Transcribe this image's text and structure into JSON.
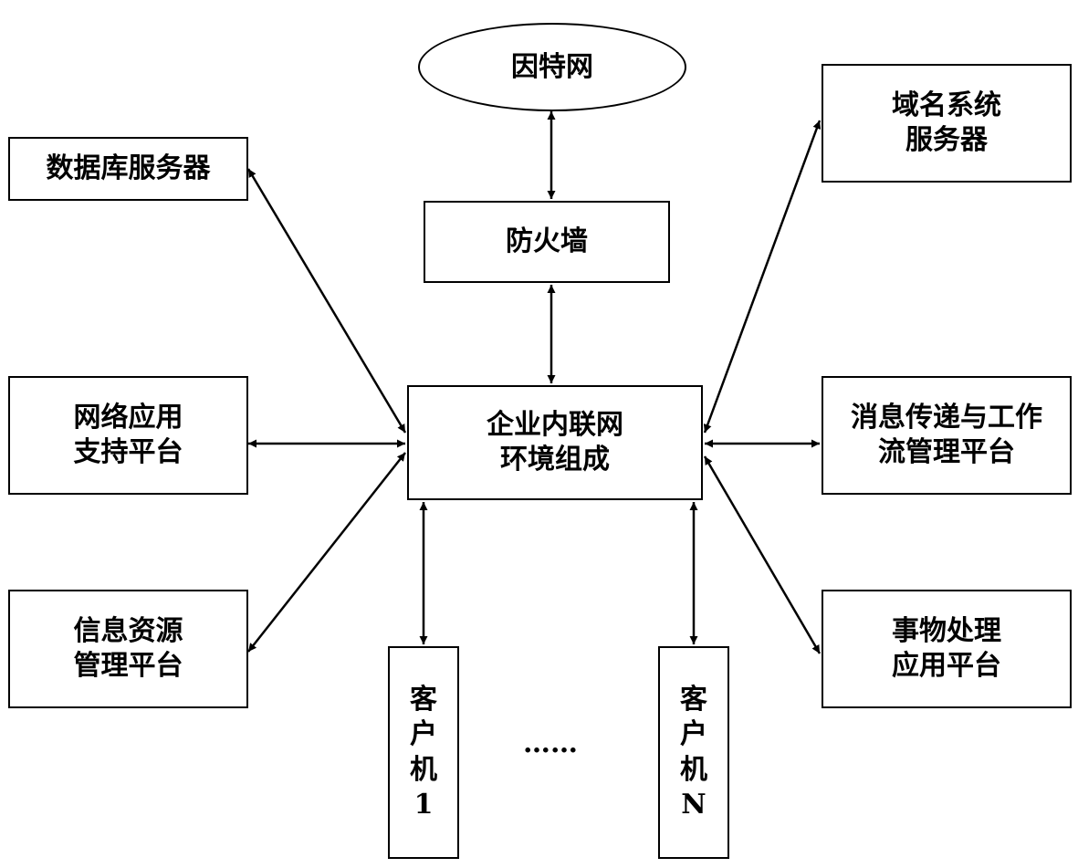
{
  "diagram": {
    "internet": "因特网",
    "firewall": "防火墙",
    "intranet": {
      "line1": "企业内联网",
      "line2": "环境组成"
    },
    "database_server": "数据库服务器",
    "web_app_platform": {
      "line1": "网络应用",
      "line2": "支持平台"
    },
    "info_resource_platform": {
      "line1": "信息资源",
      "line2": "管理平台"
    },
    "dns_server": {
      "line1": "域名系统",
      "line2": "服务器"
    },
    "messaging_workflow_platform": {
      "line1": "消息传递与工作",
      "line2": "流管理平台"
    },
    "transaction_app_platform": {
      "line1": "事物处理",
      "line2": "应用平台"
    },
    "client_1": {
      "c1": "客",
      "c2": "户",
      "c3": "机",
      "c4": "1"
    },
    "client_n": {
      "c1": "客",
      "c2": "户",
      "c3": "机",
      "c4": "N"
    },
    "ellipsis": "……"
  },
  "colors": {
    "stroke": "#000000",
    "background": "#ffffff"
  }
}
